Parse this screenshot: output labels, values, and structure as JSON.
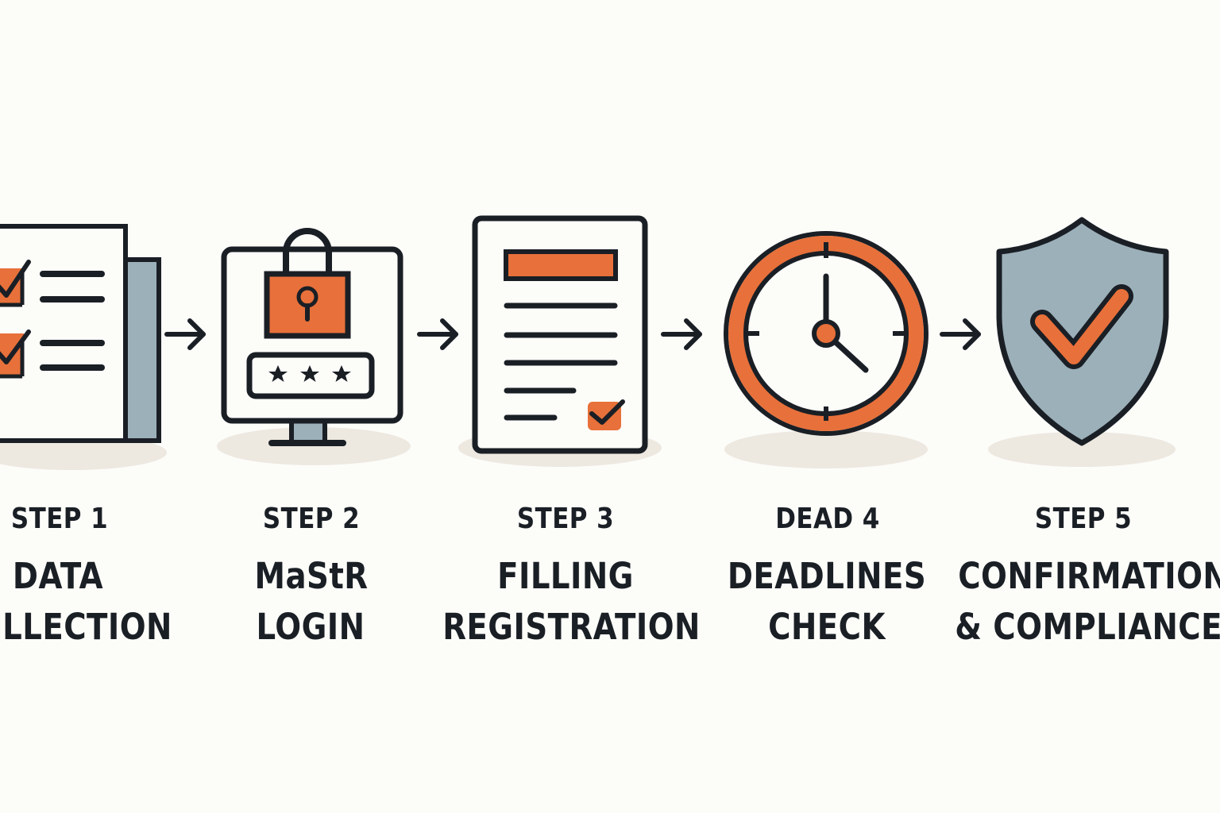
{
  "colors": {
    "ink": "#1a1f25",
    "accent": "#e8703a",
    "slate": "#9cb0ba",
    "paper": "#fcfcf9",
    "shadow": "#ede8e0"
  },
  "connector_icon": "arrow-right-icon",
  "steps": [
    {
      "step": "STEP 1",
      "title_line1": "DATA",
      "title_line2": "LLECTION",
      "icon": "checklist-document-icon"
    },
    {
      "step": "STEP 2",
      "title_line1": "MaStR",
      "title_line2": "LOGIN",
      "icon": "padlock-monitor-icon"
    },
    {
      "step": "STEP 3",
      "title_line1": "FILLING",
      "title_line2": "REGISTRATION",
      "icon": "form-document-icon"
    },
    {
      "step": "DEAD 4",
      "title_line1": "DEADLINES",
      "title_line2": "CHECK",
      "icon": "clock-icon"
    },
    {
      "step": "STEP 5",
      "title_line1": "CONFIRMATION",
      "title_line2": "& COMPLIANCE",
      "icon": "shield-check-icon"
    }
  ]
}
